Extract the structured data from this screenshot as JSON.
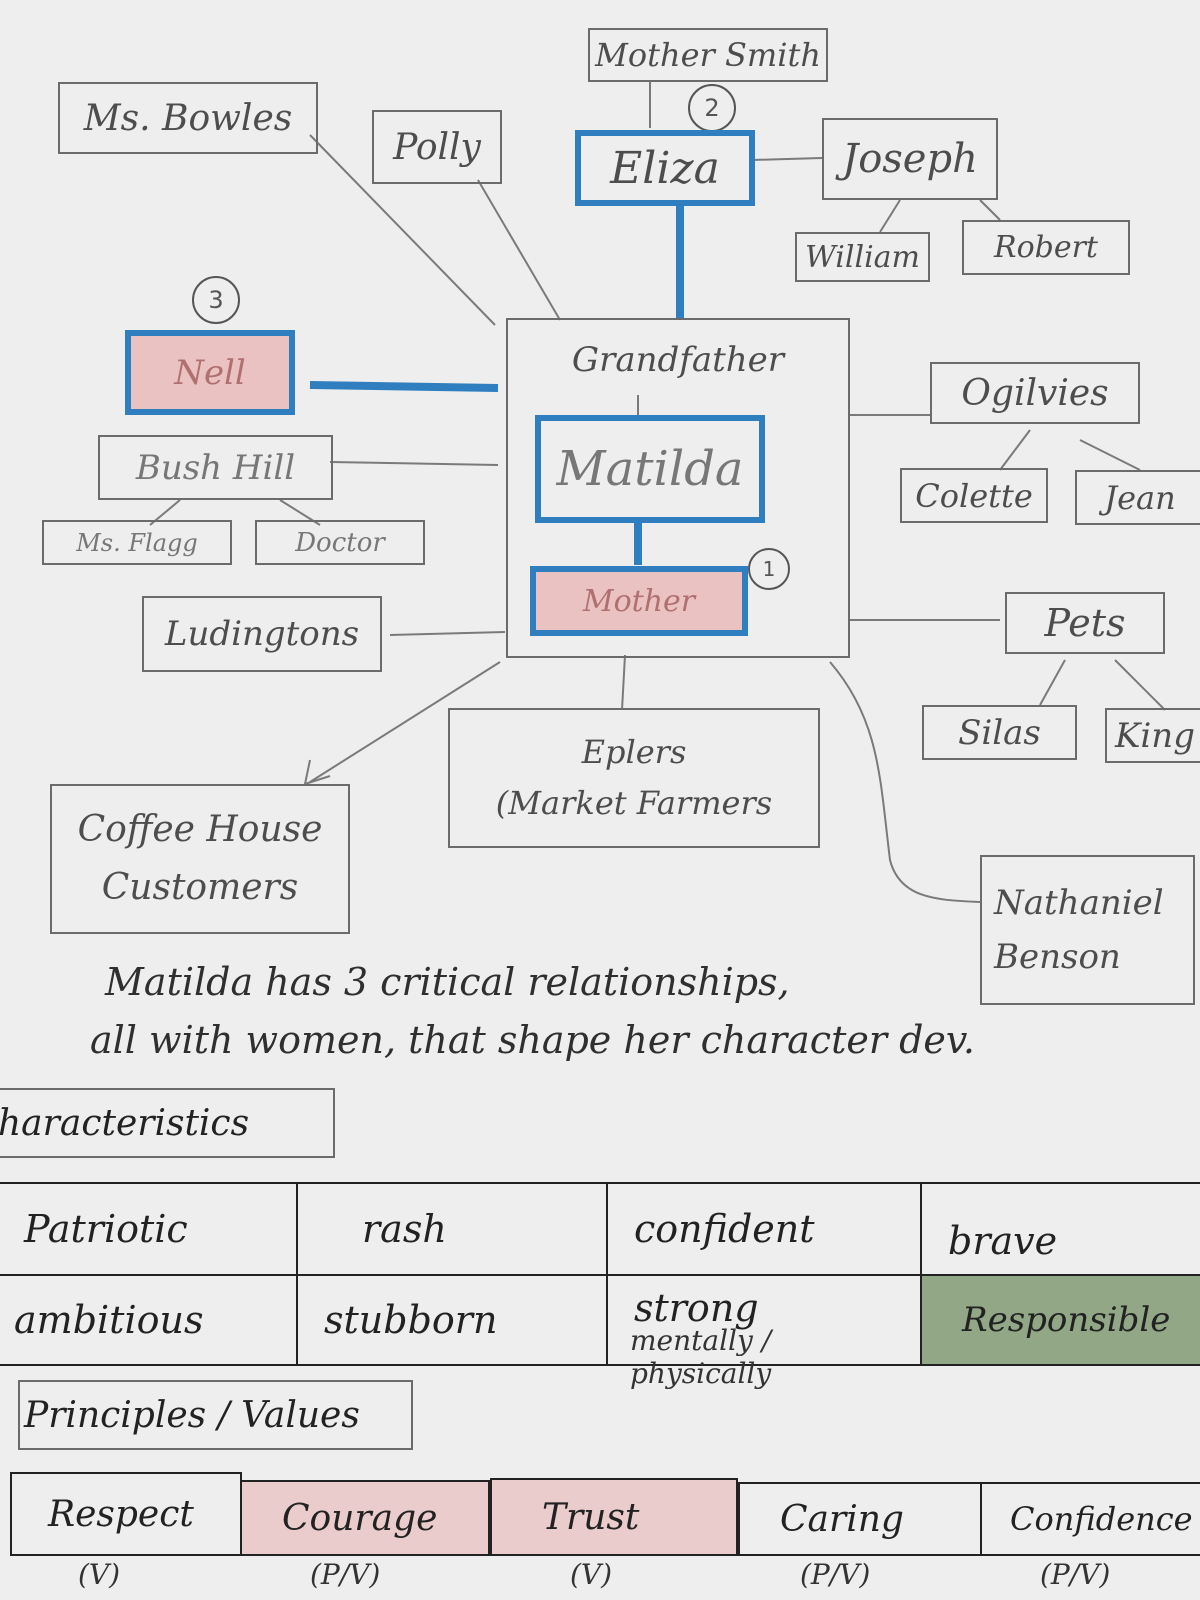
{
  "header": {
    "title": "Character Analysis"
  },
  "people": {
    "mother_smith": "Mother Smith",
    "eliza": "Eliza",
    "eliza_badge": "2",
    "joseph": "Joseph",
    "william": "William",
    "robert": "Robert",
    "ms_bowles": "Ms. Bowles",
    "polly": "Polly",
    "nell": "Nell",
    "nell_badge": "3",
    "bush_hill": "Bush Hill",
    "ms_flagg": "Ms. Flagg",
    "doctor": "Doctor",
    "ludingtons": "Ludingtons",
    "grandfather": "Grandfather",
    "matilda": "Matilda",
    "mother": "Mother",
    "mother_badge": "1",
    "ogilvies": "Ogilvies",
    "colette": "Colette",
    "jean": "Jean",
    "pets": "Pets",
    "silas": "Silas",
    "king": "King",
    "coffee_line1": "Coffee House",
    "coffee_line2": "Customers",
    "eplers_line1": "Eplers",
    "eplers_line2": "(Market Farmers",
    "nathaniel_line1": "Nathaniel",
    "nathaniel_line2": "Benson"
  },
  "note": {
    "line1": "Matilda has 3 critical relationships,",
    "line2": "all with women, that shape her character dev."
  },
  "characteristics": {
    "heading": "haracteristics",
    "row1": [
      "Patriotic",
      "rash",
      "confident",
      "brave"
    ],
    "row2": [
      "ambitious",
      "stubborn",
      "strong",
      "Responsible"
    ],
    "row2_sub": "mentally / physically"
  },
  "principles": {
    "heading": "Principles / Values",
    "items": [
      {
        "label": "Respect",
        "tag": "(V)"
      },
      {
        "label": "Courage",
        "tag": "(P/V)"
      },
      {
        "label": "Trust",
        "tag": "(V)"
      },
      {
        "label": "Caring",
        "tag": "(P/V)"
      },
      {
        "label": "Confidence",
        "tag": "(P/V)"
      }
    ]
  },
  "colors": {
    "blue": "#2f7fc0",
    "pink": "#e68c8c",
    "green": "#466e32",
    "red": "#c23a3a",
    "pencil": "#6b6b6b"
  }
}
